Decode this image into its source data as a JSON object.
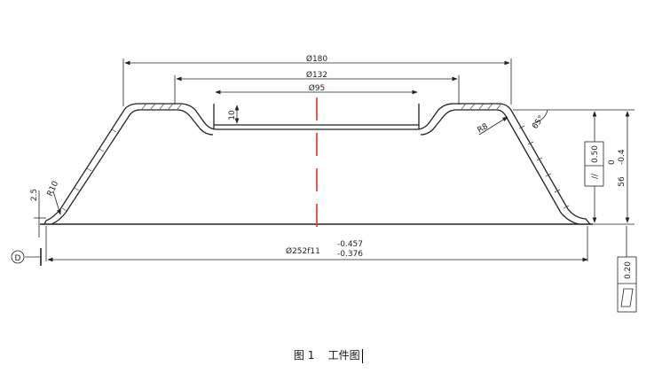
{
  "drawing": {
    "dimensions": {
      "dia_180": "Ø180",
      "dia_132": "Ø132",
      "dia_95": "Ø95",
      "depth_10": "10",
      "radius_r8": "R8",
      "angle_65": "65°",
      "radius_r10": "R10",
      "lip_2_5": "2.5",
      "height_56": "56",
      "height_56_upper": "0",
      "height_56_lower": "-0.4",
      "dia_252": "Ø252f11",
      "dia_252_upper": "-0.457",
      "dia_252_lower": "-0.376"
    },
    "tolerance_frames": {
      "parallelism": {
        "symbol": "//",
        "value": "0.50"
      },
      "flatness": {
        "symbol": "▱",
        "value": "0.20"
      }
    },
    "datum": "D",
    "centerline_color": "#e03030"
  },
  "caption": {
    "figure": "图 1",
    "title": "工件图"
  }
}
